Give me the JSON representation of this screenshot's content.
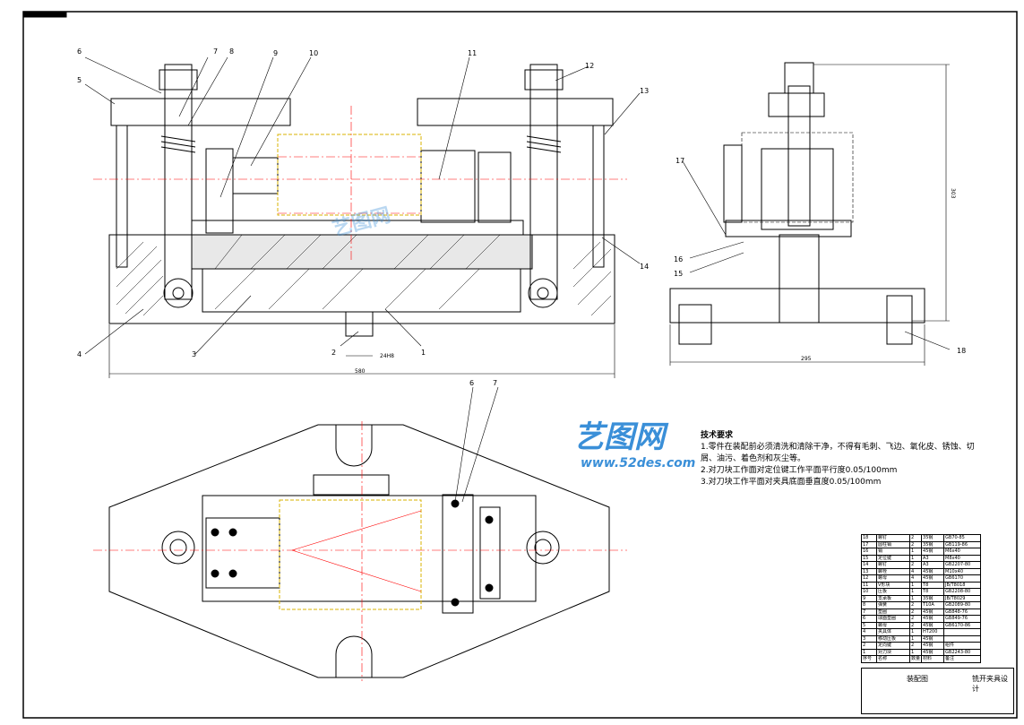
{
  "dims": {
    "left_length": "580",
    "right_width": "295",
    "right_height": "303",
    "locator": "24H8"
  },
  "balloons": {
    "front": [
      "1",
      "2",
      "3",
      "4",
      "5",
      "6",
      "7",
      "8",
      "9",
      "10",
      "11",
      "12",
      "13",
      "14"
    ],
    "side": [
      "15",
      "16",
      "17",
      "18"
    ],
    "top": [
      "6",
      "7"
    ]
  },
  "notes": {
    "title": "技术要求",
    "items": [
      "1.零件在装配前必须清洗和清除干净，不得有毛刺、飞边、氧化皮、锈蚀、切",
      "  屑、油污、着色剂和灰尘等。",
      "2.对刀块工作面对定位键工作平面平行度0.05/100mm",
      "3.对刀块工作平面对夹具底面垂直度0.05/100mm"
    ]
  },
  "bom": [
    {
      "no": "18",
      "name": "螺钉",
      "qty": "2",
      "mat": "35钢",
      "std": "GB70-85"
    },
    {
      "no": "17",
      "name": "圆柱销",
      "qty": "2",
      "mat": "35钢",
      "std": "GB119-86"
    },
    {
      "no": "16",
      "name": "销",
      "qty": "1",
      "mat": "45钢",
      "std": "M6x40"
    },
    {
      "no": "15",
      "name": "定位键",
      "qty": "1",
      "mat": "A3",
      "std": "M8x40"
    },
    {
      "no": "14",
      "name": "螺钉",
      "qty": "2",
      "mat": "A3",
      "std": "GB2207-80"
    },
    {
      "no": "13",
      "name": "螺栓",
      "qty": "4",
      "mat": "45钢",
      "std": "M10x40"
    },
    {
      "no": "12",
      "name": "螺母",
      "qty": "4",
      "mat": "45钢",
      "std": "GB6170"
    },
    {
      "no": "11",
      "name": "V形块",
      "qty": "1",
      "mat": "T8",
      "std": "JB/T8018"
    },
    {
      "no": "10",
      "name": "压板",
      "qty": "1",
      "mat": "T8",
      "std": "GB2208-80"
    },
    {
      "no": "9",
      "name": "支承板",
      "qty": "1",
      "mat": "35钢",
      "std": "JB/T8029"
    },
    {
      "no": "8",
      "name": "弹簧",
      "qty": "2",
      "mat": "T10A",
      "std": "GB2089-80"
    },
    {
      "no": "7",
      "name": "垫圈",
      "qty": "2",
      "mat": "45钢",
      "std": "GB848-76"
    },
    {
      "no": "6",
      "name": "球面垫圈",
      "qty": "2",
      "mat": "45钢",
      "std": "GB849-76"
    },
    {
      "no": "5",
      "name": "螺母",
      "qty": "2",
      "mat": "45钢",
      "std": "GB6170-86"
    },
    {
      "no": "4",
      "name": "夹具体",
      "qty": "1",
      "mat": "HT200",
      "std": ""
    },
    {
      "no": "3",
      "name": "移动压板",
      "qty": "1",
      "mat": "45钢",
      "std": ""
    },
    {
      "no": "2",
      "name": "定向键",
      "qty": "2",
      "mat": "45钢",
      "std": "组件"
    },
    {
      "no": "1",
      "name": "对刀块",
      "qty": "1",
      "mat": "45钢",
      "std": "GB2243-80"
    }
  ],
  "bom_header": {
    "no": "序号",
    "name": "名称",
    "qty": "数量",
    "mat": "材料",
    "std": "备注"
  },
  "title_block": {
    "drawing_name": "装配图",
    "title": "铣开夹具设计"
  },
  "watermark": {
    "cn": "艺图网",
    "url": "www.52des.com"
  },
  "colors": {
    "line": "#000000",
    "workpiece": "#d9b300",
    "center": "#ff0000",
    "watermark": "#3a8fd8"
  }
}
